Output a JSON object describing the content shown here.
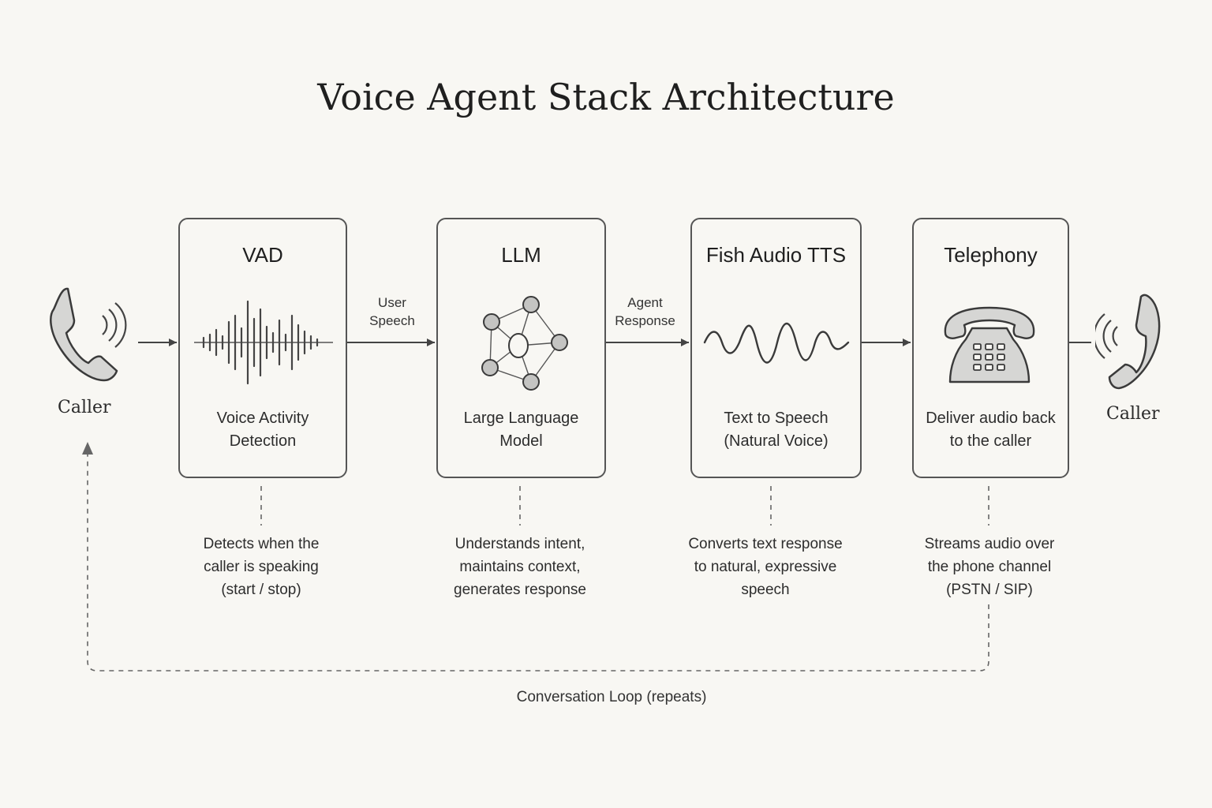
{
  "title": "Voice Agent Stack Architecture",
  "callers": {
    "left": {
      "label": "Caller",
      "icon": "phone-handset-icon"
    },
    "right": {
      "label": "Caller",
      "icon": "phone-handset-icon"
    }
  },
  "stages": [
    {
      "title": "VAD",
      "description": [
        "Voice Activity",
        "Detection"
      ],
      "icon": "waveform-spikes-icon",
      "note": [
        "Detects when the",
        "caller is speaking",
        "(start / stop)"
      ]
    },
    {
      "title": "LLM",
      "description": [
        "Large Language",
        "Model"
      ],
      "icon": "neural-network-icon",
      "note": [
        "Understands intent,",
        "maintains context,",
        "generates response"
      ]
    },
    {
      "title": "Fish Audio TTS",
      "description": [
        "Text to Speech",
        "(Natural Voice)"
      ],
      "icon": "sine-wave-icon",
      "note": [
        "Converts text response",
        "to natural, expressive",
        "speech"
      ]
    },
    {
      "title": "Telephony",
      "description": [
        "Deliver audio back",
        "to the caller"
      ],
      "icon": "desk-telephone-icon",
      "note": [
        "Streams audio over",
        "the phone channel",
        "(PSTN / SIP)"
      ]
    }
  ],
  "flow_labels": {
    "vad_to_llm": [
      "User",
      "Speech"
    ],
    "llm_to_tts": [
      "Agent",
      "Response"
    ]
  },
  "loop_label": "Conversation Loop (repeats)",
  "colors": {
    "background": "#f8f7f3",
    "stroke": "#555555",
    "text": "#2a2a2a"
  }
}
